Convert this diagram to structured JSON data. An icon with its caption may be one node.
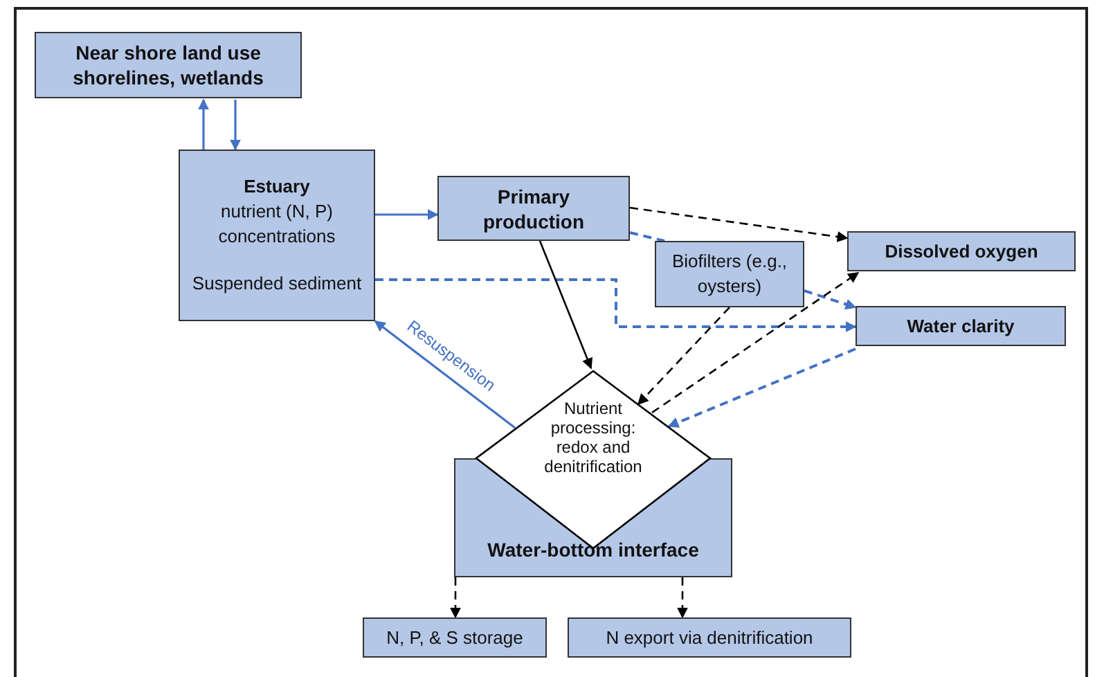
{
  "diagram": {
    "nodes": [
      {
        "text": [
          "Near shore land use shorelines, wetlands"
        ]
      },
      {
        "text": [
          "Estuary",
          "nutrient (N, P) concentrations",
          "Suspended sediment"
        ]
      },
      {
        "text": [
          "Primary production"
        ]
      },
      {
        "text": [
          "Biofilters (e.g., oysters)"
        ]
      },
      {
        "text": [
          "Dissolved oxygen"
        ]
      },
      {
        "text": [
          "Water clarity"
        ]
      },
      {
        "text": [
          "Water-bottom interface"
        ]
      },
      {
        "text": [
          "Nutrient processing: redox and denitrification"
        ]
      },
      {
        "text": [
          "N, P, & S storage"
        ]
      },
      {
        "text": [
          "N  export via denitrification"
        ]
      }
    ],
    "edges": [
      {
        "from": 1,
        "to": 0,
        "arrow": "to"
      },
      {
        "from": 0,
        "to": 1,
        "arrow": "to"
      },
      {
        "from": 1,
        "to": 2,
        "arrow": "to"
      },
      {
        "from": 2,
        "to": 4,
        "arrow": "to",
        "style": "dashed",
        "color": "#000000"
      },
      {
        "from": 2,
        "to": 3,
        "arrow": "none",
        "style": "dashed"
      },
      {
        "from": 3,
        "to": 5,
        "arrow": "to",
        "style": "dashed"
      },
      {
        "from": 1,
        "to": 5,
        "arrow": "to",
        "style": "dashed"
      },
      {
        "from": 2,
        "to": 7,
        "arrow": "to",
        "color": "#000000"
      },
      {
        "from": 3,
        "to": 7,
        "arrow": "to",
        "style": "dashed",
        "color": "#000000"
      },
      {
        "from": 7,
        "to": 4,
        "arrow": "to",
        "style": "dashed",
        "color": "#000000"
      },
      {
        "from": 5,
        "to": 7,
        "arrow": "to",
        "style": "dashed"
      },
      {
        "from": 7,
        "to": 1,
        "arrow": "to",
        "label": "Resuspension"
      },
      {
        "from": 6,
        "to": 8,
        "arrow": "to",
        "style": "dashed",
        "color": "#000000"
      },
      {
        "from": 6,
        "to": 9,
        "arrow": "to",
        "style": "dashed",
        "color": "#000000"
      }
    ]
  }
}
